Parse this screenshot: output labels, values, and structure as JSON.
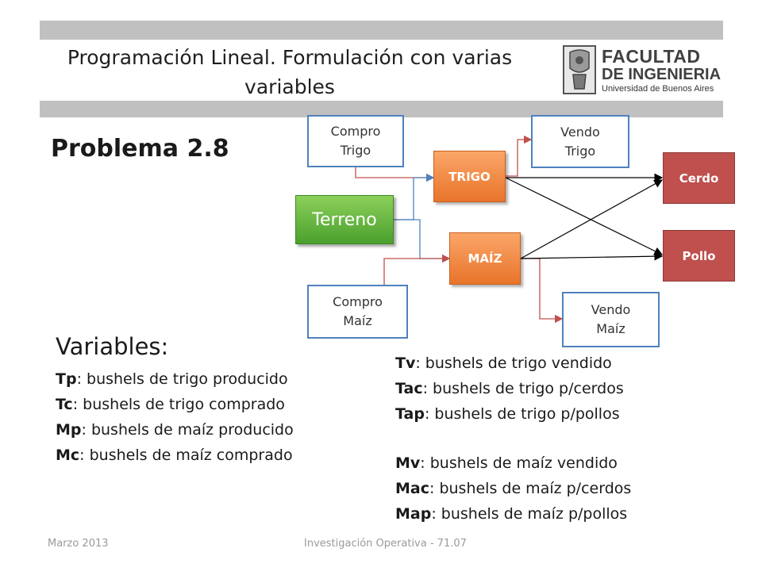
{
  "header": {
    "title": "Programación Lineal. Formulación con varias variables",
    "logo": {
      "line1": "FACULTAD",
      "line2": "DE INGENIERIA",
      "line3": "Universidad de Buenos Aires"
    }
  },
  "problem_title": "Problema 2.8",
  "diagram": {
    "compro_trigo": [
      "Compro",
      "Trigo"
    ],
    "vendo_trigo": [
      "Vendo",
      "Trigo"
    ],
    "compro_maiz": [
      "Compro",
      "Maíz"
    ],
    "vendo_maiz": [
      "Vendo",
      "Maíz"
    ],
    "terreno": "Terreno",
    "trigo": "TRIGO",
    "maiz": "MAÍZ",
    "cerdo": "Cerdo",
    "pollo": "Pollo"
  },
  "variables": {
    "heading": "Variables:",
    "left": [
      {
        "name": "Tp",
        "desc": ": bushels de trigo producido"
      },
      {
        "name": "Tc",
        "desc": ": bushels de trigo comprado"
      },
      {
        "name": "Mp",
        "desc": ": bushels de maíz producido"
      },
      {
        "name": "Mc",
        "desc": ": bushels de maíz comprado"
      }
    ],
    "right_trigo": [
      {
        "name": "Tv",
        "desc": ": bushels de trigo vendido"
      },
      {
        "name": "Tac",
        "desc": ": bushels de trigo p/cerdos"
      },
      {
        "name": "Tap",
        "desc": ": bushels de trigo p/pollos"
      }
    ],
    "right_maiz": [
      {
        "name": "Mv",
        "desc": ": bushels de maíz vendido"
      },
      {
        "name": "Mac",
        "desc": ": bushels de maíz p/cerdos"
      },
      {
        "name": "Map",
        "desc": ": bushels de maíz p/pollos"
      }
    ]
  },
  "footer": {
    "date": "Marzo 2013",
    "course": "Investigación Operativa - 71.07"
  },
  "colors": {
    "bar": "#c0c0c0",
    "box_border": "#4f81bd",
    "terreno": "#5cb538",
    "grain": "#f5883d",
    "animal": "#c0504d",
    "buy_sell_connector": "#c0504d",
    "terreno_connector": "#4f81bd"
  }
}
